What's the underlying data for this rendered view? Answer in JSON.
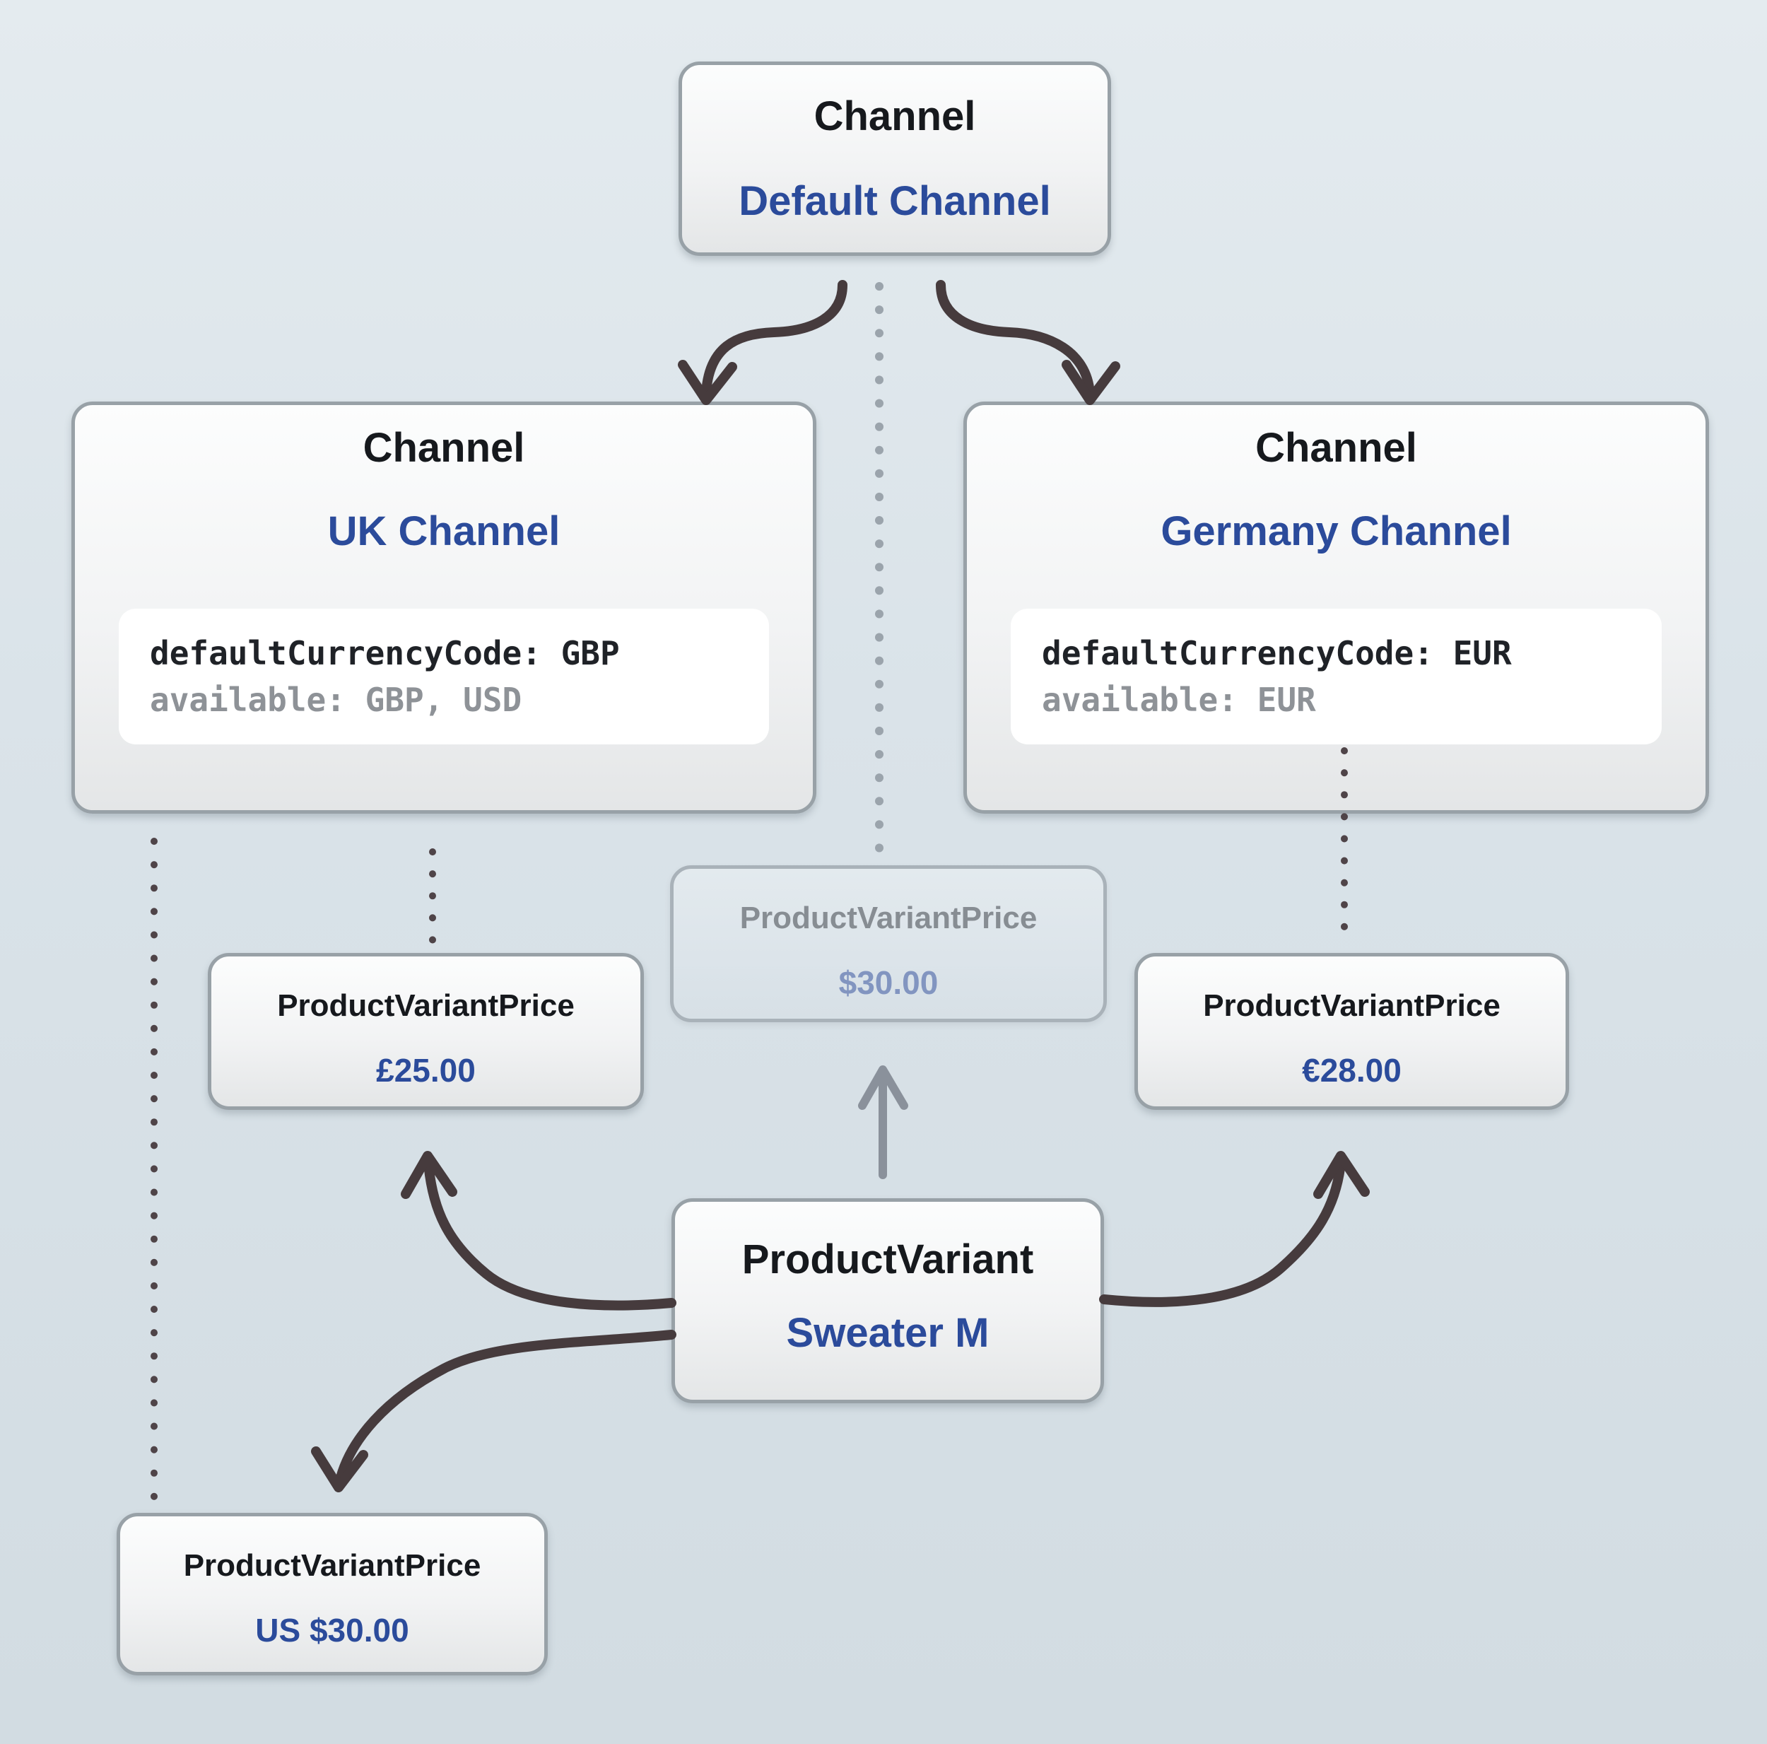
{
  "diagram": {
    "description_colors": {
      "accent_blue": "#2b4b9b",
      "node_border": "#98a1a7",
      "arrow_dark": "#463b3d",
      "dot_dark": "#4f4448",
      "dot_light": "#9ba4ac",
      "arrow_gray": "#8a919b",
      "code_primary": "#1f2227",
      "code_secondary": "#8e9297",
      "ghost_title": "#878d93",
      "ghost_value": "#8295c0"
    },
    "nodes": {
      "default_channel": {
        "type_label": "Channel",
        "name": "Default Channel"
      },
      "uk_channel": {
        "type_label": "Channel",
        "name": "UK Channel",
        "code": {
          "line1": "defaultCurrencyCode: GBP",
          "line2": "available: GBP, USD"
        }
      },
      "germany_channel": {
        "type_label": "Channel",
        "name": "Germany Channel",
        "code": {
          "line1": "defaultCurrencyCode: EUR",
          "line2": "available: EUR"
        }
      },
      "inherited_price": {
        "type_label": "ProductVariantPrice",
        "value": "$30.00"
      },
      "uk_price": {
        "type_label": "ProductVariantPrice",
        "value": "£25.00"
      },
      "germany_price": {
        "type_label": "ProductVariantPrice",
        "value": "€28.00"
      },
      "us_price": {
        "type_label": "ProductVariantPrice",
        "value": "US $30.00"
      },
      "product_variant": {
        "type_label": "ProductVariant",
        "name": "Sweater M"
      }
    }
  }
}
